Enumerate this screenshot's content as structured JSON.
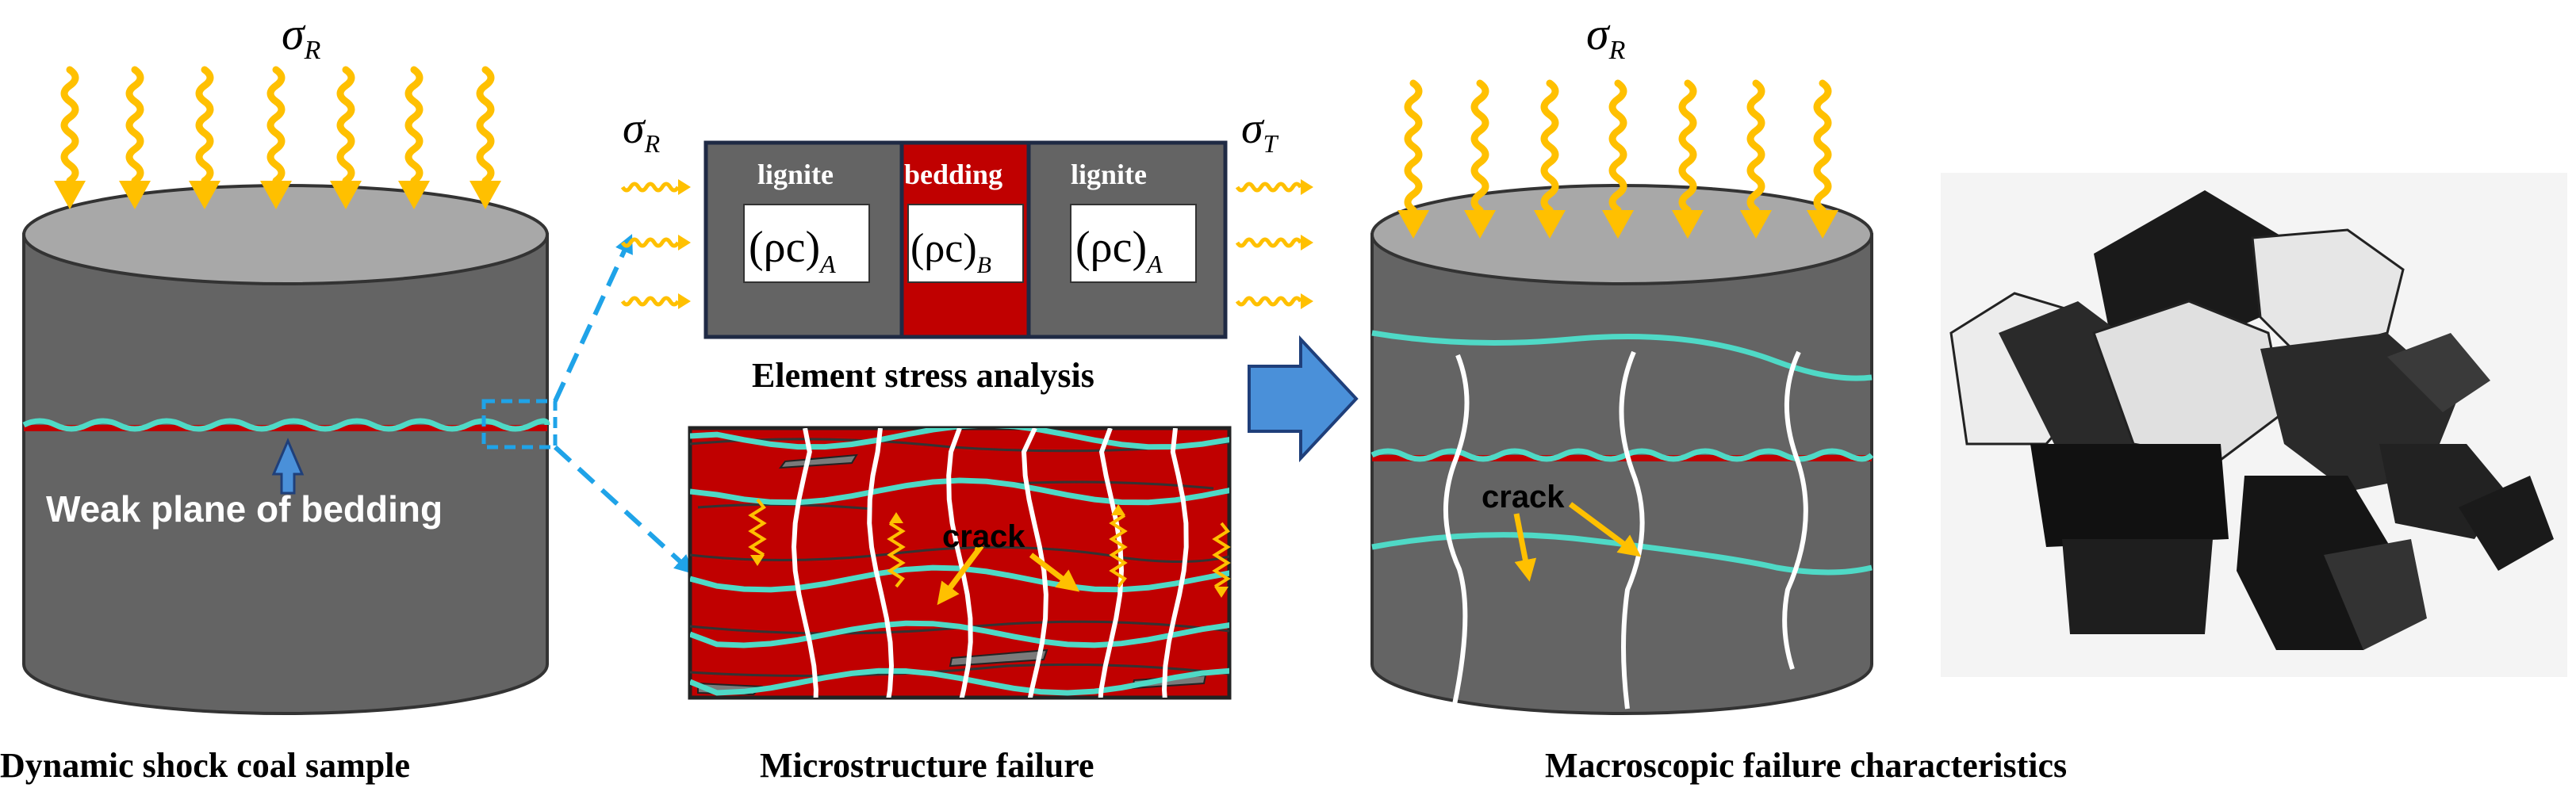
{
  "labels": {
    "sigma_r": "σ",
    "sigma_r_sub": "R",
    "sigma_t": "σ",
    "sigma_t_sub": "T",
    "weak_plane": "Weak plane of bedding",
    "lignite_left": "lignite",
    "bedding": "bedding",
    "lignite_right": "lignite",
    "rho_c": "(ρc)",
    "sub_a": "A",
    "sub_b": "B",
    "element_stress": "Element stress analysis",
    "crack_micro": "crack",
    "crack_macro": "crack"
  },
  "captions": {
    "left": "Dynamic shock coal sample",
    "middle": "Microstructure failure",
    "right": "Macroscopic failure characteristics"
  },
  "colors": {
    "coal": "#646464",
    "coal_top": "#a8a8a8",
    "bedding_red": "#c00000",
    "wave_orange": "#ffc000",
    "crack_cyan": "#4fd9c6",
    "arrow_blue": "#4a90d9",
    "dash_blue": "#1fa3e8"
  },
  "icons": [
    "stress-wave-arrow",
    "up-arrow-icon",
    "right-arrow-icon",
    "coal-fragments-photo"
  ]
}
